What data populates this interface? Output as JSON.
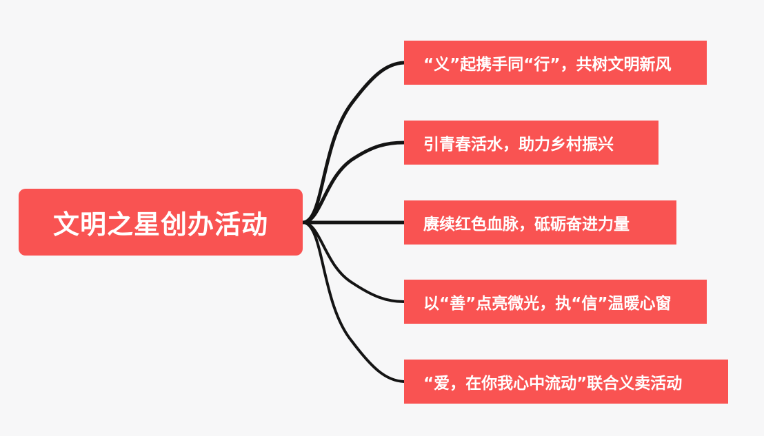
{
  "colors": {
    "background": "#f7f7f8",
    "node_fill": "#f95352",
    "node_text": "#ffffff",
    "connector": "#141414"
  },
  "root": {
    "label": "文明之星创办活动"
  },
  "branches": [
    {
      "label": "“义”起携手同“行”，共树文明新风"
    },
    {
      "label": "引青春活水，助力乡村振兴"
    },
    {
      "label": "赓续红色血脉，砥砺奋进力量"
    },
    {
      "label": "以“善”点亮微光，执“信”温暖心窗"
    },
    {
      "label": "“爱，在你我心中流动”联合义卖活动"
    }
  ]
}
